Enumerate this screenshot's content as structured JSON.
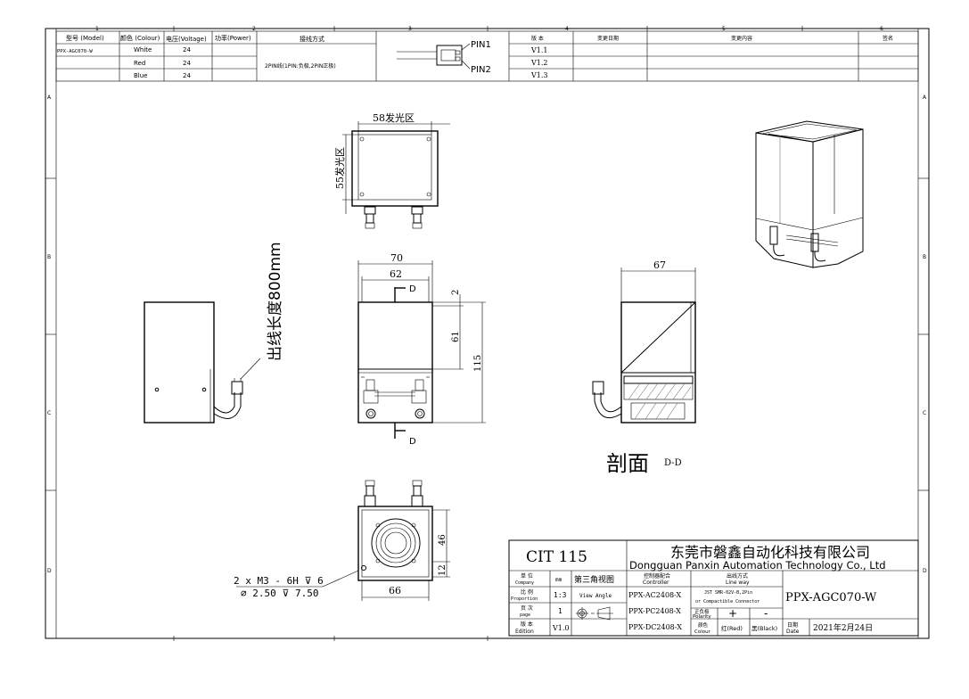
{
  "zone_numbers": [
    "1",
    "2",
    "3",
    "4",
    "5",
    "6"
  ],
  "zone_letters": [
    "A",
    "B",
    "C",
    "D"
  ],
  "header": {
    "col_model": "型号 (Model)",
    "col_colour": "颜色 (Colour)",
    "col_voltage": "电压(Voltage)",
    "col_power": "功率(Power)",
    "model_value": "PPX-AGC070-W",
    "rows": [
      {
        "colour": "White",
        "voltage": "24"
      },
      {
        "colour": "Red",
        "voltage": "24"
      },
      {
        "colour": "Blue",
        "voltage": "24"
      }
    ],
    "wiring_title": "接线方式",
    "wiring_desc": "2PIN线(1PIN:负极,2PIN正极)",
    "pin1": "PIN1",
    "pin2": "PIN2",
    "rev_col_version": "版 本",
    "rev_col_date": "变更日期",
    "rev_col_content": "变更内容",
    "rev_col_sign": "签名",
    "versions": [
      "V1.1",
      "V1.2",
      "V1.3"
    ]
  },
  "views": {
    "top_width_label": "58发光区",
    "top_height_label": "55发光区",
    "front_dim_70": "70",
    "front_dim_62": "62",
    "front_dim_2": "2",
    "front_dim_61": "61",
    "front_dim_115": "115",
    "section_mark_d": "D",
    "side_dim_67": "67",
    "cable_length": "出线长度800mm",
    "section_title": "剖面",
    "section_suffix": "D-D",
    "hole_note_1": "2 x  M3 - 6H ⊽ 6",
    "hole_note_2": "⌀ 2.50 ⊽ 7.50",
    "bottom_dim_66": "66",
    "bottom_dim_46": "46",
    "bottom_dim_12": "12"
  },
  "title_block": {
    "code": "CIT 115",
    "company_cn": "东莞市磐鑫自动化科技有限公司",
    "company_en": "Dongguan Panxin Automation Technology Co., Ltd",
    "unit_label_cn": "单 位",
    "unit_label_en": "Company",
    "unit_value": "mm",
    "proj_cn": "第三角视图",
    "proj_en": "View Angle",
    "scale_label_cn": "比 例",
    "scale_label_en": "Proportion",
    "scale_value": "1:3",
    "page_label_cn": "页 次",
    "page_label_en": "page",
    "page_value": "1",
    "edition_label_cn": "版 本",
    "edition_label_en": "Edition",
    "edition_value": "V1.0",
    "controller_cn": "控制器配合",
    "controller_en": "Controller",
    "controllers": [
      "PPX-AC2408-X",
      "PPX-PC2408-X",
      "PPX-DC2408-X"
    ],
    "lineway_cn": "出线方式",
    "lineway_en": "Line way",
    "lineway_value_1": "JST SMR-02V-B,2Pin",
    "lineway_value_2": "or Compactible Connector",
    "polarity_cn": "正负极",
    "polarity_en": "Polarity",
    "polarity_plus": "+",
    "polarity_minus": "-",
    "colour_cn": "颜色",
    "colour_en": "Colour",
    "colour_red": "红(Red)",
    "colour_black": "黑(Black)",
    "part_number": "PPX-AGC070-W",
    "date_cn": "日期",
    "date_en": "Date",
    "date_value": "2021年2月24日"
  }
}
